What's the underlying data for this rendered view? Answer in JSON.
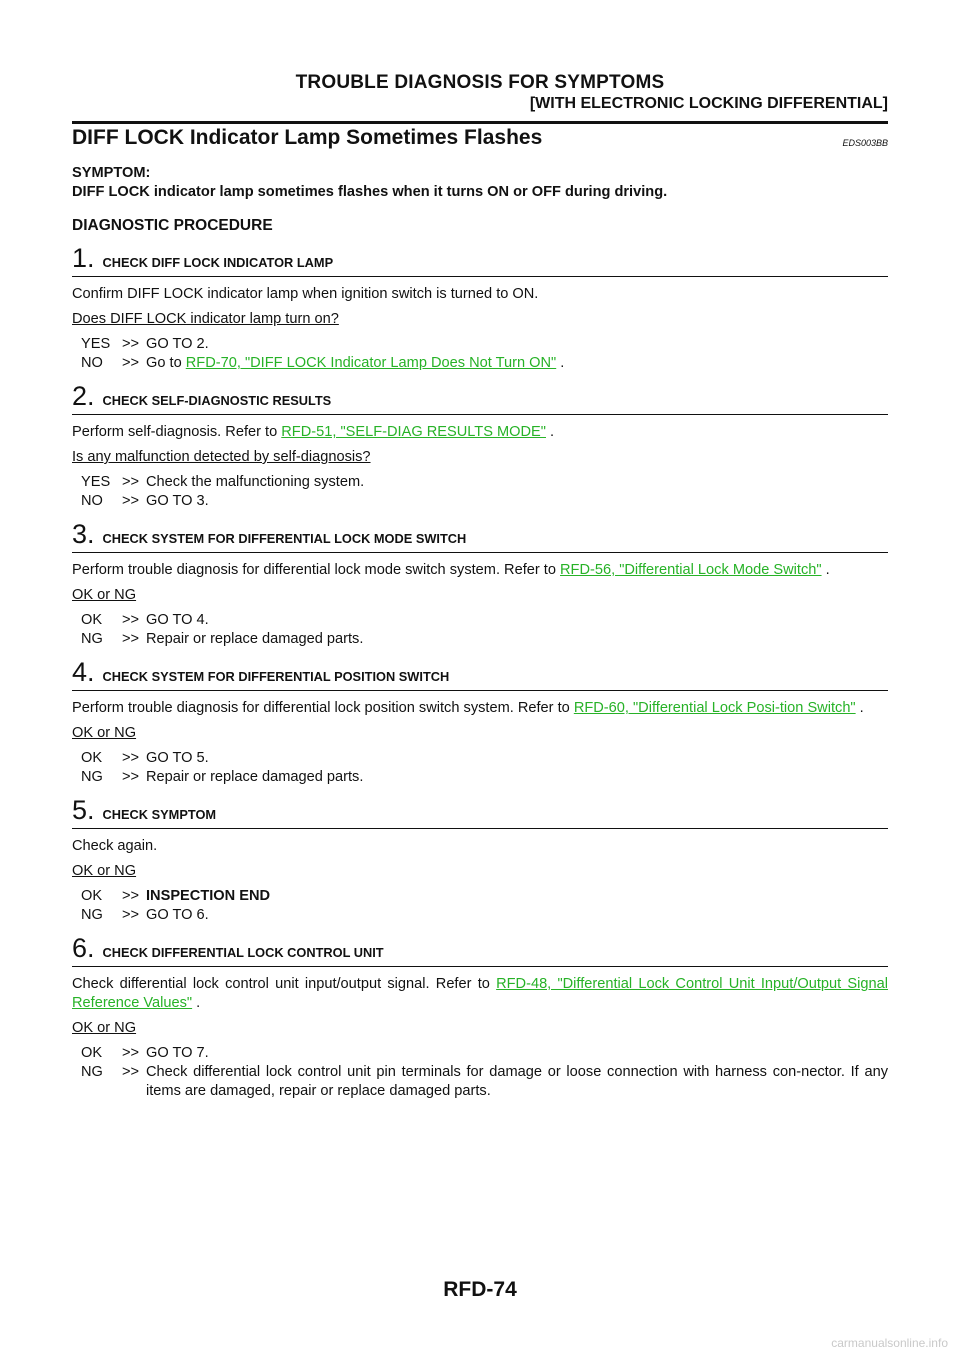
{
  "header": {
    "title": "TROUBLE DIAGNOSIS FOR SYMPTOMS",
    "subtitle": "[WITH ELECTRONIC LOCKING DIFFERENTIAL]"
  },
  "section": {
    "title": "DIFF LOCK Indicator Lamp Sometimes Flashes",
    "code": "EDS003BB"
  },
  "symptom": {
    "label": "SYMPTOM:",
    "text": "DIFF LOCK indicator lamp sometimes flashes when it turns ON or OFF during driving."
  },
  "procedure_heading": "DIAGNOSTIC PROCEDURE",
  "steps": [
    {
      "num": "1.",
      "title": "CHECK DIFF LOCK INDICATOR LAMP",
      "para": "Confirm DIFF LOCK indicator lamp when ignition switch is turned to ON.",
      "question": "Does DIFF LOCK indicator lamp turn on?",
      "answers": [
        {
          "key": "YES",
          "arrow": ">>",
          "text": "GO TO 2."
        },
        {
          "key": "NO",
          "arrow": ">>",
          "pre": "Go to ",
          "link": "RFD-70, \"DIFF LOCK Indicator Lamp Does Not Turn ON\"",
          "post": " ."
        }
      ]
    },
    {
      "num": "2.",
      "title": "CHECK SELF-DIAGNOSTIC RESULTS",
      "para_pre": "Perform self-diagnosis. Refer to ",
      "para_link": "RFD-51, \"SELF-DIAG RESULTS MODE\"",
      "para_post": " .",
      "question": "Is any malfunction detected by self-diagnosis?",
      "answers": [
        {
          "key": "YES",
          "arrow": ">>",
          "text": "Check the malfunctioning system."
        },
        {
          "key": "NO",
          "arrow": ">>",
          "text": "GO TO 3."
        }
      ]
    },
    {
      "num": "3.",
      "title": "CHECK SYSTEM FOR DIFFERENTIAL LOCK MODE SWITCH",
      "para_pre": "Perform trouble diagnosis for differential lock mode switch system. Refer to ",
      "para_link": "RFD-56, \"Differential Lock Mode Switch\"",
      "para_post": " .",
      "question": "OK or NG",
      "answers": [
        {
          "key": "OK",
          "arrow": ">>",
          "text": "GO TO 4."
        },
        {
          "key": "NG",
          "arrow": ">>",
          "text": "Repair or replace damaged parts."
        }
      ]
    },
    {
      "num": "4.",
      "title": "CHECK SYSTEM FOR DIFFERENTIAL POSITION SWITCH",
      "para_pre": "Perform trouble diagnosis for differential lock position switch system. Refer to ",
      "para_link": "RFD-60, \"Differential Lock Posi-tion Switch\"",
      "para_post": " .",
      "question": "OK or NG",
      "answers": [
        {
          "key": "OK",
          "arrow": ">>",
          "text": "GO TO 5."
        },
        {
          "key": "NG",
          "arrow": ">>",
          "text": "Repair or replace damaged parts."
        }
      ]
    },
    {
      "num": "5.",
      "title": "CHECK SYMPTOM",
      "para": "Check again.",
      "question": "OK or NG",
      "answers": [
        {
          "key": "OK",
          "arrow": ">>",
          "text": "INSPECTION END"
        },
        {
          "key": "NG",
          "arrow": ">>",
          "text": "GO TO 6."
        }
      ]
    },
    {
      "num": "6.",
      "title": "CHECK DIFFERENTIAL LOCK CONTROL UNIT",
      "para_pre": "Check differential lock control unit input/output signal. Refer to ",
      "para_link": "RFD-48, \"Differential Lock Control Unit Input/Output Signal Reference Values\"",
      "para_post": " .",
      "question": "OK or NG",
      "answers": [
        {
          "key": "OK",
          "arrow": ">>",
          "text": "GO TO 7."
        },
        {
          "key": "NG",
          "arrow": ">>",
          "text": "Check differential lock control unit pin terminals for damage or loose connection with harness con-nector. If any items are damaged, repair or replace damaged parts."
        }
      ]
    }
  ],
  "footer": {
    "page": "RFD-74"
  },
  "watermark": "carmanualsonline.info"
}
